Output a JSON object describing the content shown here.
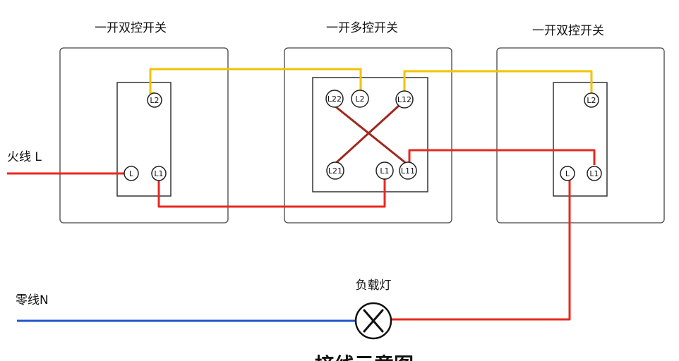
{
  "labels": {
    "left_switch": "一开双控开关",
    "middle_switch": "一开多控开关",
    "right_switch": "一开双控开关",
    "live_wire": "火线 L",
    "neutral_wire": "零线N",
    "load_lamp": "负载灯",
    "diagram_title": "接线示意图"
  },
  "terminals": {
    "left_l2": "L2",
    "left_l": "L",
    "left_l1": "L1",
    "mid_l22": "L22",
    "mid_l2": "L2",
    "mid_l12": "L12",
    "mid_l21": "L21",
    "mid_l1": "L1",
    "mid_l11": "L11",
    "right_l2": "L2",
    "right_l": "L",
    "right_l1": "L1"
  },
  "colors": {
    "live_wire": "#e8281e",
    "traveler_wire": "#f2c200",
    "neutral_wire": "#2255cc",
    "cross_wire": "#a0281e"
  }
}
